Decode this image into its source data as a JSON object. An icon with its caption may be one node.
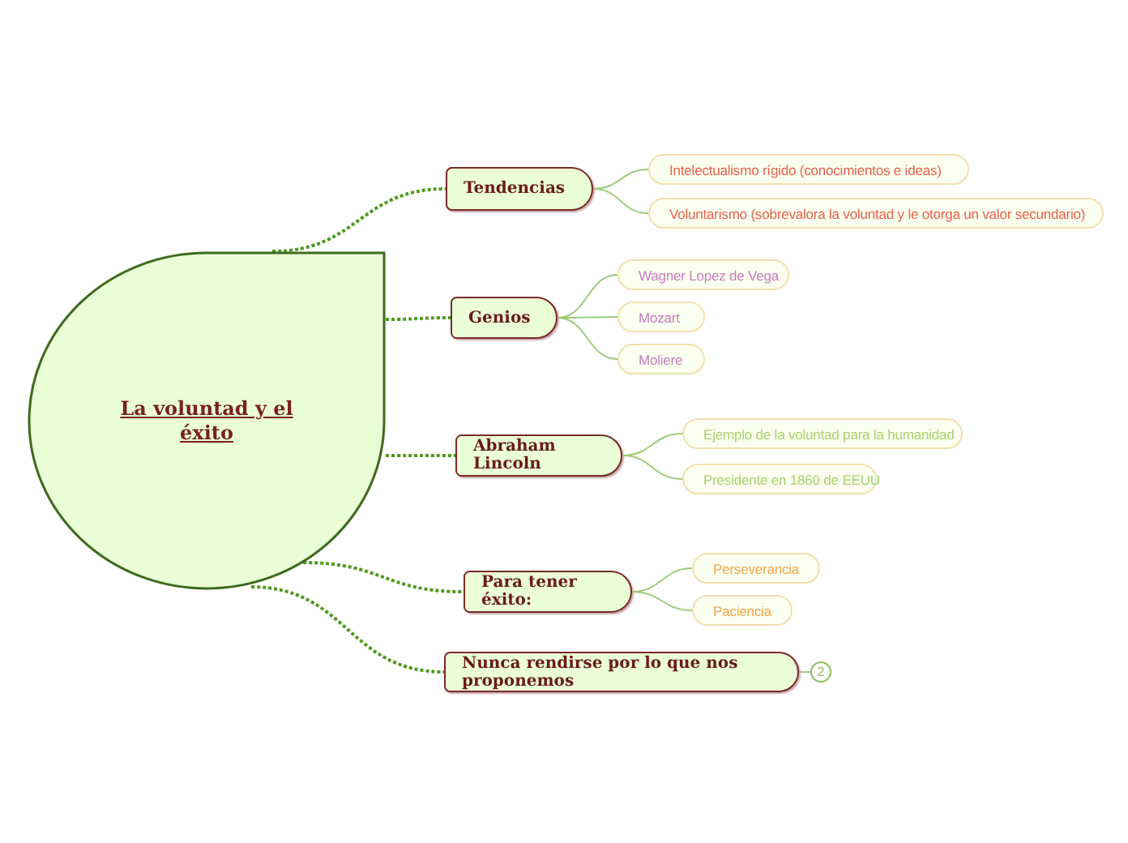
{
  "diagram": {
    "nodes": [
      {
        "text": [
          "La voluntad y el éxito"
        ]
      },
      {
        "text": [
          "Tendencias"
        ]
      },
      {
        "text": [
          "Intelectualismo rígido (conocimientos e ideas)"
        ]
      },
      {
        "text": [
          "Voluntarismo  (sobrevalora la voluntad y le otorga un valor secundario)"
        ]
      },
      {
        "text": [
          "Genios"
        ]
      },
      {
        "text": [
          "Wagner Lopez de Vega"
        ]
      },
      {
        "text": [
          "Mozart"
        ]
      },
      {
        "text": [
          "Moliere"
        ]
      },
      {
        "text": [
          "Abraham Lincoln"
        ]
      },
      {
        "text": [
          "Ejemplo de la voluntad  para la humanidad"
        ]
      },
      {
        "text": [
          "Presidente en 1860 de EEUU"
        ]
      },
      {
        "text": [
          "Para tener éxito:"
        ]
      },
      {
        "text": [
          "Perseverancia"
        ]
      },
      {
        "text": [
          "Paciencia"
        ]
      },
      {
        "text": [
          "Nunca rendirse por lo que nos proponemos"
        ]
      },
      {
        "text": [
          "2"
        ]
      }
    ],
    "edges": [
      {
        "from": 0,
        "to": 1,
        "arrow": "none",
        "style": "dashed"
      },
      {
        "from": 0,
        "to": 4,
        "arrow": "none",
        "style": "dashed"
      },
      {
        "from": 0,
        "to": 8,
        "arrow": "none",
        "style": "dashed"
      },
      {
        "from": 0,
        "to": 11,
        "arrow": "none",
        "style": "dashed"
      },
      {
        "from": 0,
        "to": 14,
        "arrow": "none",
        "style": "dashed"
      },
      {
        "from": 1,
        "to": 2,
        "arrow": "none"
      },
      {
        "from": 1,
        "to": 3,
        "arrow": "none"
      },
      {
        "from": 4,
        "to": 5,
        "arrow": "none"
      },
      {
        "from": 4,
        "to": 6,
        "arrow": "none"
      },
      {
        "from": 4,
        "to": 7,
        "arrow": "none"
      },
      {
        "from": 8,
        "to": 9,
        "arrow": "none"
      },
      {
        "from": 8,
        "to": 10,
        "arrow": "none"
      },
      {
        "from": 11,
        "to": 12,
        "arrow": "none"
      },
      {
        "from": 11,
        "to": 13,
        "arrow": "none"
      },
      {
        "from": 14,
        "to": 15,
        "arrow": "none"
      }
    ]
  }
}
